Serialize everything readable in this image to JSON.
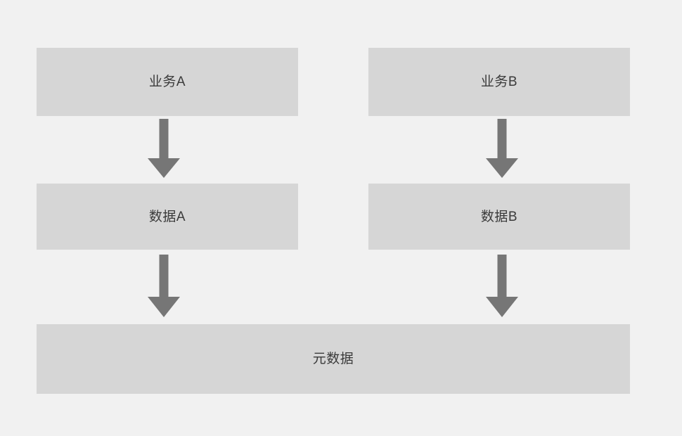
{
  "diagram": {
    "title": "",
    "background_color": "#f1f1f1",
    "box_color": "#d6d6d6",
    "text_color": "#3a3a3a",
    "arrow_color": "#767676",
    "nodes": [
      {
        "id": "business-a",
        "label": "业务A",
        "row": 1,
        "column": "left"
      },
      {
        "id": "business-b",
        "label": "业务B",
        "row": 1,
        "column": "right"
      },
      {
        "id": "data-a",
        "label": "数据A",
        "row": 2,
        "column": "left"
      },
      {
        "id": "data-b",
        "label": "数据B",
        "row": 2,
        "column": "right"
      },
      {
        "id": "metadata",
        "label": "元数据",
        "row": 3,
        "column": "full"
      }
    ],
    "edges": [
      {
        "id": "edge-business-a-to-data-a",
        "from": "业务A",
        "to": "数据A",
        "direction": "down",
        "arrow_name": "down-arrow-icon"
      },
      {
        "id": "edge-business-b-to-data-b",
        "from": "业务B",
        "to": "数据B",
        "direction": "down",
        "arrow_name": "down-arrow-icon"
      },
      {
        "id": "edge-data-a-to-metadata",
        "from": "数据A",
        "to": "元数据",
        "direction": "down",
        "arrow_name": "down-arrow-icon"
      },
      {
        "id": "edge-data-b-to-metadata",
        "from": "数据B",
        "to": "元数据",
        "direction": "down",
        "arrow_name": "down-arrow-icon"
      }
    ]
  }
}
